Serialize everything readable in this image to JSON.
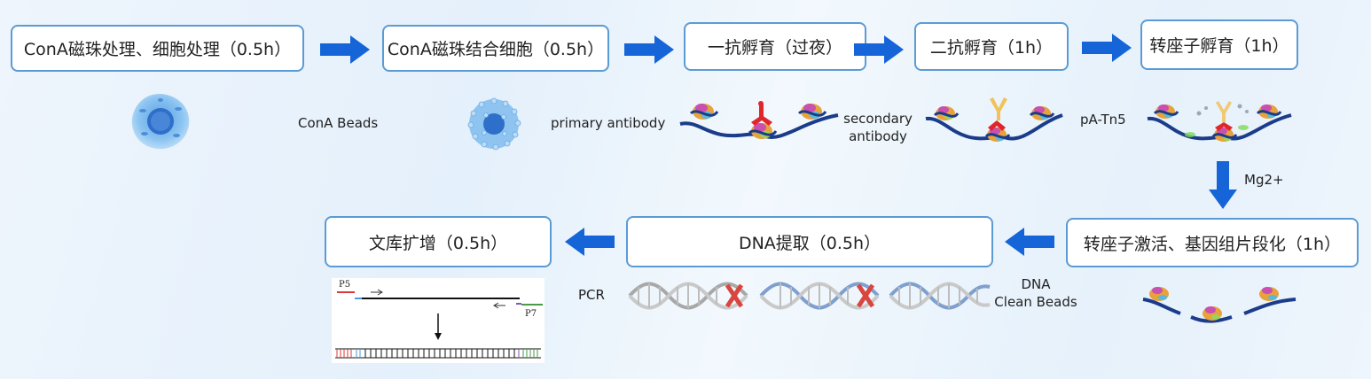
{
  "steps": {
    "s1": "ConA磁珠处理、细胞处理（0.5h）",
    "s2": "ConA磁珠结合细胞（0.5h）",
    "s3": "一抗孵育（过夜）",
    "s4": "二抗孵育（1h）",
    "s5": "转座子孵育（1h）",
    "s6": "转座子激活、基因组片段化（1h）",
    "s7": "DNA提取（0.5h）",
    "s8": "文库扩增（0.5h）"
  },
  "labels": {
    "cona_beads": "ConA Beads",
    "primary_antibody": "primary antibody",
    "secondary_line1": "secondary",
    "secondary_line2": "antibody",
    "pa_tn5": "pA-Tn5",
    "mg": "Mg2+",
    "pcr": "PCR",
    "dna_line1": "DNA",
    "dna_line2": "Clean Beads",
    "p5": "P5",
    "p7": "P7"
  },
  "colors": {
    "box_border": "#5b9bd5",
    "arrow": "#1565d8",
    "cell": "#7db9ef",
    "bead": "#a9d3f5"
  }
}
